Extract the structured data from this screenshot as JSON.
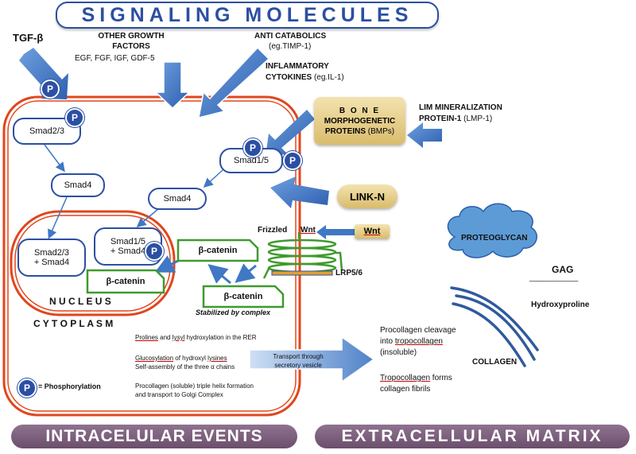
{
  "title": "SIGNALING MOLECULES",
  "inputs": {
    "tgf": "TGF-β",
    "other_growth_1": "OTHER GROWTH",
    "other_growth_2": "FACTORS",
    "growth_list": "EGF, FGF, IGF, GDF-5",
    "anti_catabolics": "ANTI CATABOLICS",
    "timp": "(eg.TIMP-1)",
    "inflammatory": "INFLAMMATORY",
    "cytokines": "CYTOKINES",
    "il1": "(eg.IL-1)",
    "bmp_1": "B O N E",
    "bmp_2": "MORPHOGENETIC",
    "bmp_3": "PROTEINS",
    "bmp_4": "(BMPs)",
    "lmp_1": "LIM MINERALIZATION",
    "lmp_2": "PROTEIN-1",
    "lmp_3": "(LMP-1)",
    "linkn": "LINK-N",
    "wnt_box": "Wnt"
  },
  "pathway": {
    "smad23": "Smad2/3",
    "smad4_left": "Smad4",
    "smad15": "Smad1/5",
    "smad4_right": "Smad4",
    "nuc_smad23_1": "Smad2/3",
    "nuc_smad23_2": "+ Smad4",
    "nuc_smad15_1": "Smad1/5",
    "nuc_smad15_2": "+ Smad4",
    "bcat_nuc": "β-catenin",
    "bcat_mid": "β-catenin",
    "bcat_stab": "β-catenin",
    "stabilized": "Stabilized  by complex",
    "frizzled": "Frizzled",
    "wnt_label": "Wnt",
    "lrp": "LRP5/6",
    "p": "P"
  },
  "compartments": {
    "nucleus": "N U C L E U S",
    "cytoplasm": "C Y T O P L A S M"
  },
  "collagen_steps": {
    "s1a": "Prolines",
    "s1b": " and ",
    "s1c": "lysyl",
    "s1d": " hydroxylation in the RER",
    "s2a": "Glucosylation",
    "s2b": " of hydroxyl ",
    "s2c": "lysines",
    "s3": "Self-assembly of the three α chains",
    "s4": "Procollagen (soluble) triple helix formation",
    "s5": "and transport to Golgi Complex",
    "transport_1": "Transport through",
    "transport_2": "secretory vesicle"
  },
  "matrix": {
    "proteoglycan": "PROTEOGLYCAN",
    "gag": "GAG",
    "gag_line": "___________",
    "hydroxyproline": "Hydroxyproline",
    "cleave_1": "Procollagen cleavage",
    "cleave_2a": "into ",
    "cleave_2b": "tropocollagen",
    "cleave_3": "(insoluble)",
    "fibril_1a": "Tropocollagen",
    "fibril_1b": " forms",
    "fibril_2": "collagen fibrils",
    "collagen": "COLLAGEN"
  },
  "legend": {
    "p": "P",
    "text": "= Phosphorylation"
  },
  "footer": {
    "left": "INTRACELULAR EVENTS",
    "right": "EXTRACELLULAR MATRIX"
  },
  "colors": {
    "accent_blue": "#2b4fa3",
    "arrow_blue": "#3f78c4",
    "membrane_red": "#e0461c",
    "green": "#3f9a2e",
    "tan": "#e4ca80",
    "footer_purple": "#7b5f7c",
    "collagen_blue": "#2f5a9e"
  }
}
